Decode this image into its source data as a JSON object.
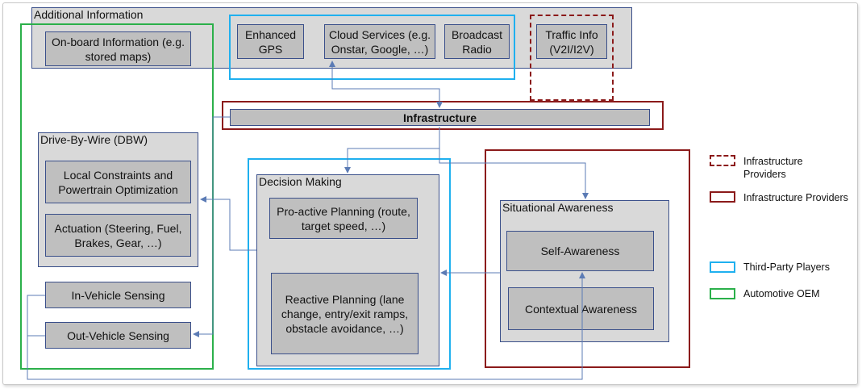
{
  "panels": {
    "additional_info": "Additional Information",
    "drive_by_wire": "Drive-By-Wire (DBW)",
    "decision_making": "Decision Making",
    "situational_awareness": "Situational Awareness"
  },
  "boxes": {
    "onboard_info": "On-board Information (e.g. stored maps)",
    "enhanced_gps": "Enhanced GPS",
    "cloud_services": "Cloud Services (e.g. Onstar, Google, …)",
    "broadcast_radio": "Broadcast Radio",
    "traffic_info": "Traffic Info (V2I/I2V)",
    "infrastructure": "Infrastructure",
    "local_constraints": "Local Constraints and Powertrain Optimization",
    "actuation": "Actuation (Steering, Fuel, Brakes, Gear, …)",
    "in_vehicle_sensing": "In-Vehicle Sensing",
    "out_vehicle_sensing": "Out-Vehicle Sensing",
    "proactive_planning": "Pro-active Planning (route, target speed, …)",
    "reactive_planning": "Reactive Planning (lane change, entry/exit ramps, obstacle avoidance, …)",
    "self_awareness": "Self-Awareness",
    "contextual_awareness": "Contextual Awareness"
  },
  "legend": [
    {
      "label": "Infrastructure Providers",
      "style": "dashed",
      "color": "#8b1a1a"
    },
    {
      "label": "Infrastructure Providers",
      "style": "solid",
      "color": "#8b1a1a"
    },
    {
      "label": "Third-Party Players",
      "style": "solid",
      "color": "#1fb0ef"
    },
    {
      "label": "Automotive OEM",
      "style": "solid",
      "color": "#2bb04a"
    }
  ],
  "colors": {
    "box_border": "#3a4f8a",
    "connector": "#5b7bb5",
    "oem_green": "#2bb04a",
    "third_party_blue": "#1fb0ef",
    "infra_red": "#8b1a1a"
  }
}
